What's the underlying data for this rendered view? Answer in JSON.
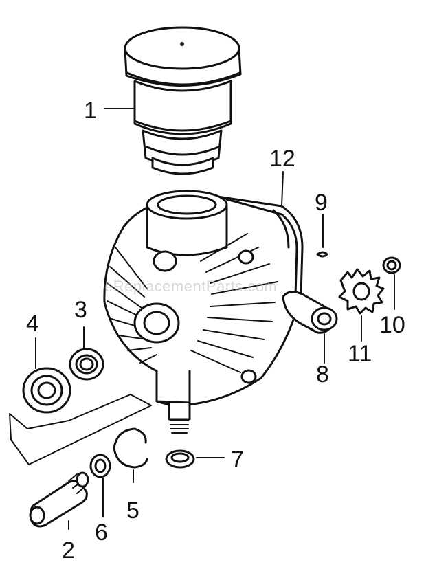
{
  "watermark": "eReplacementParts.com",
  "callouts": [
    {
      "id": "1",
      "text": "1"
    },
    {
      "id": "2",
      "text": "2"
    },
    {
      "id": "3",
      "text": "3"
    },
    {
      "id": "4",
      "text": "4"
    },
    {
      "id": "5",
      "text": "5"
    },
    {
      "id": "6",
      "text": "6"
    },
    {
      "id": "7",
      "text": "7"
    },
    {
      "id": "8",
      "text": "8"
    },
    {
      "id": "9",
      "text": "9"
    },
    {
      "id": "10",
      "text": "10"
    },
    {
      "id": "11",
      "text": "11"
    },
    {
      "id": "12",
      "text": "12"
    }
  ]
}
